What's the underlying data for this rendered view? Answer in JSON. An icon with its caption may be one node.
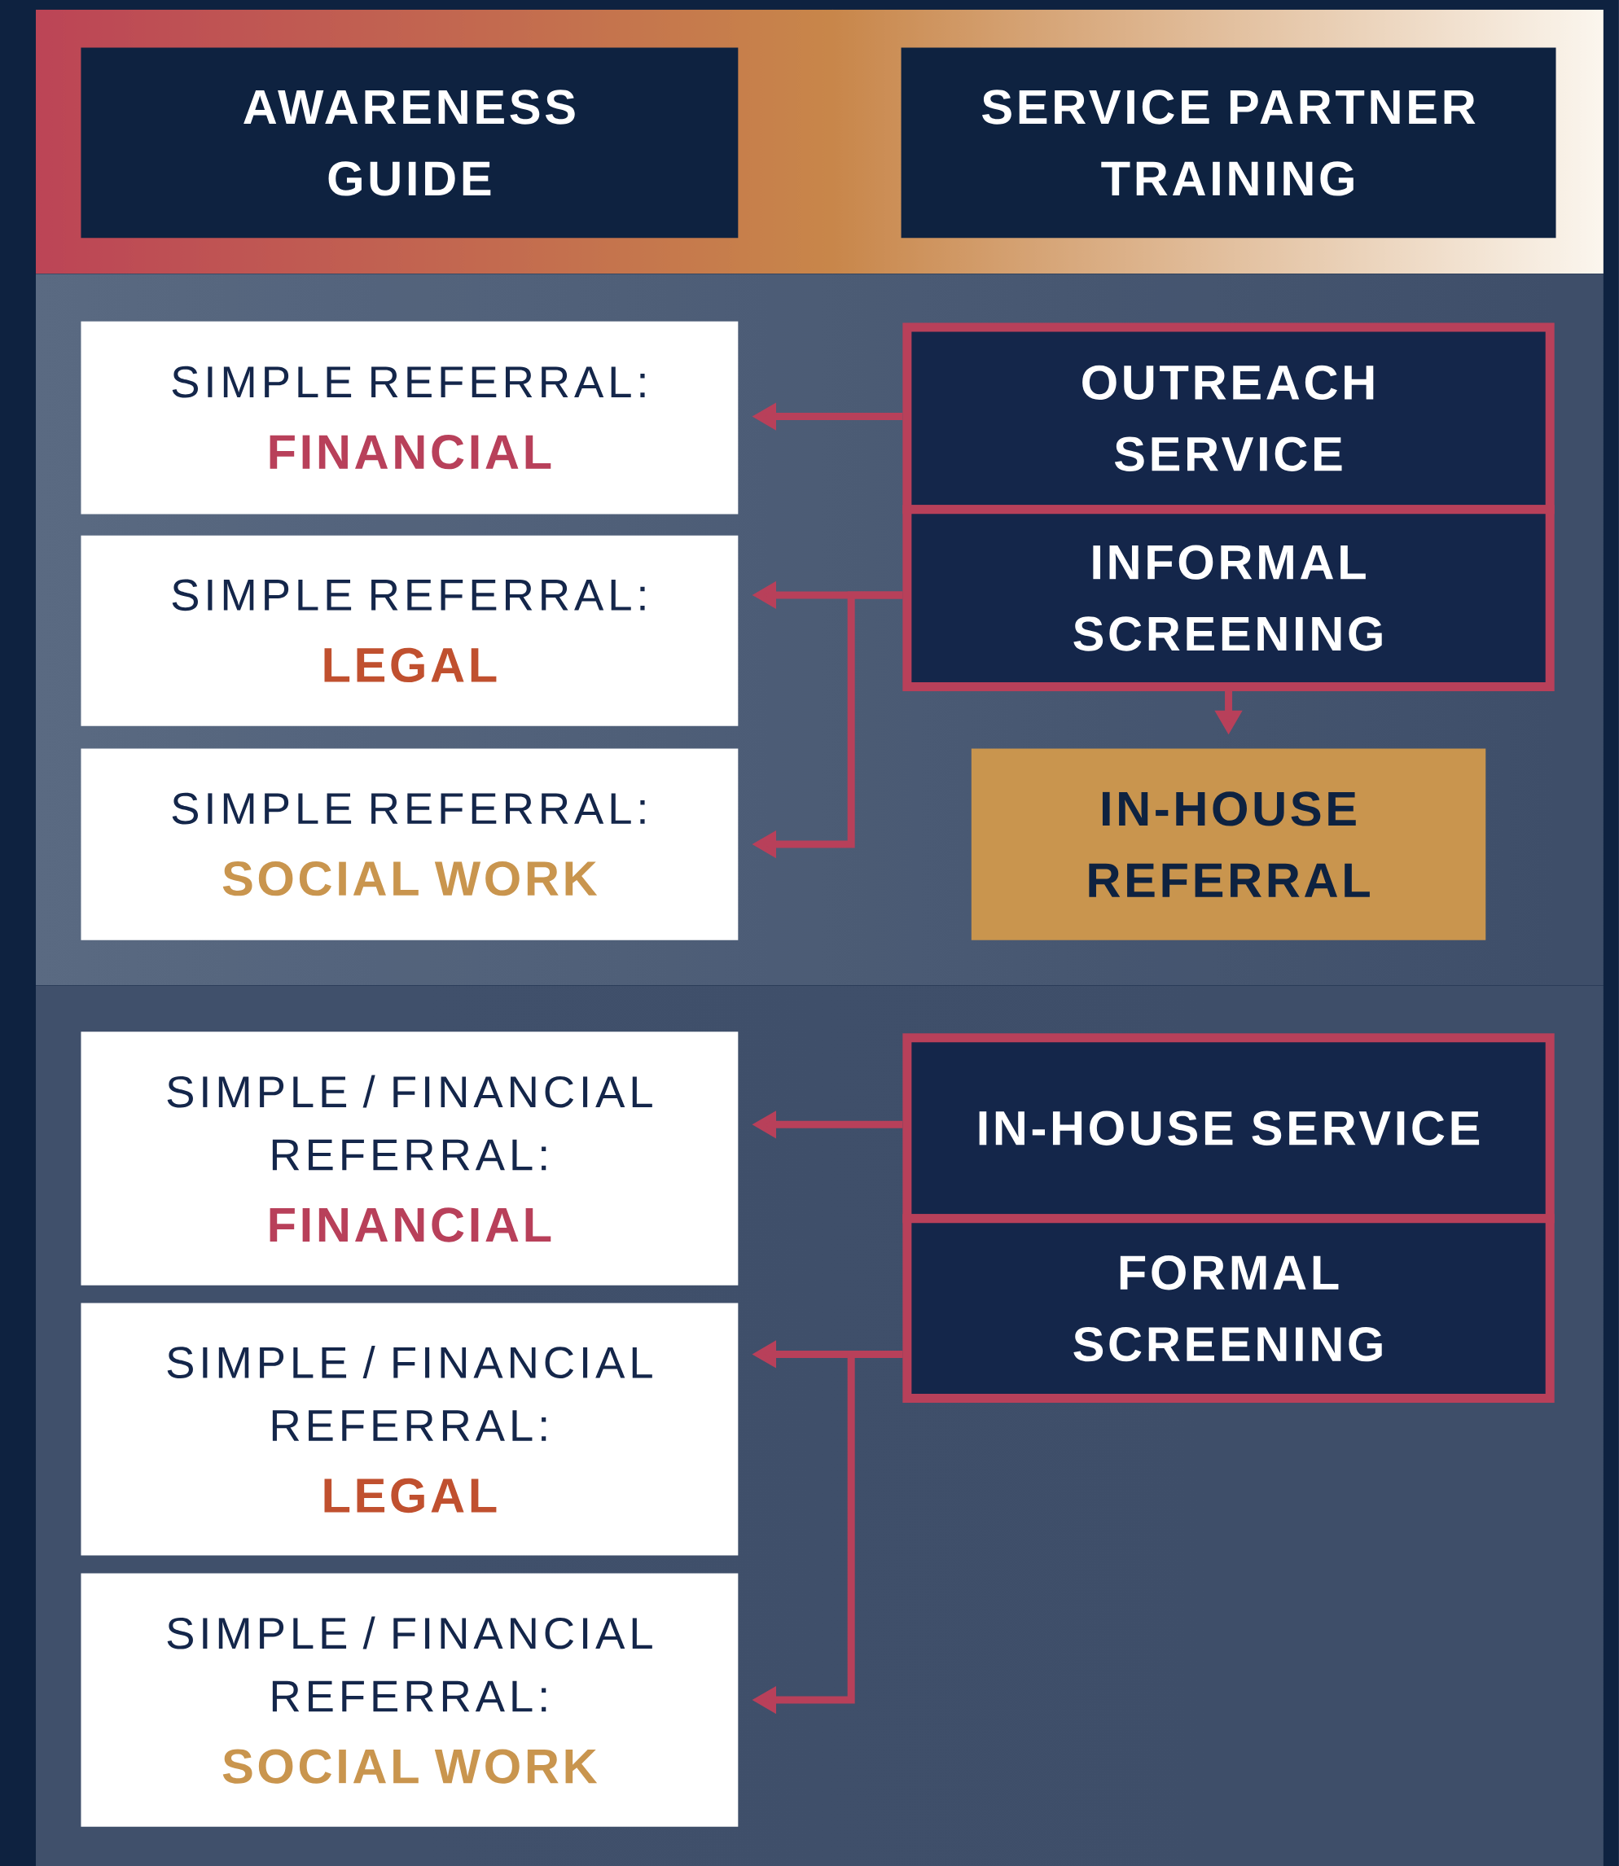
{
  "diagram": {
    "nodes": [
      {
        "text": [
          "AWARENESS GUIDE"
        ]
      },
      {
        "text": [
          "SERVICE PARTNER TRAINING"
        ]
      },
      {
        "text": [
          "SIMPLE REFERRAL:",
          "FINANCIAL"
        ]
      },
      {
        "text": [
          "SIMPLE REFERRAL:",
          "LEGAL"
        ]
      },
      {
        "text": [
          "SIMPLE REFERRAL:",
          "SOCIAL WORK"
        ]
      },
      {
        "text": [
          "OUTREACH SERVICE"
        ]
      },
      {
        "text": [
          "INFORMAL SCREENING"
        ]
      },
      {
        "text": [
          "IN-HOUSE REFERRAL"
        ]
      },
      {
        "text": [
          "SIMPLE / FINANCIAL REFERRAL:",
          "FINANCIAL"
        ]
      },
      {
        "text": [
          "SIMPLE / FINANCIAL REFERRAL:",
          "LEGAL"
        ]
      },
      {
        "text": [
          "SIMPLE / FINANCIAL REFERRAL:",
          "SOCIAL WORK"
        ]
      },
      {
        "text": [
          "IN-HOUSE SERVICE"
        ]
      },
      {
        "text": [
          "FORMAL SCREENING"
        ]
      }
    ],
    "edges": [
      {
        "from": 5,
        "to": 2,
        "arrow": "to"
      },
      {
        "from": 6,
        "to": 3,
        "arrow": "to"
      },
      {
        "from": 6,
        "to": 4,
        "arrow": "to"
      },
      {
        "from": 6,
        "to": 7,
        "arrow": "to"
      },
      {
        "from": 11,
        "to": 8,
        "arrow": "to"
      },
      {
        "from": 12,
        "to": 9,
        "arrow": "to"
      },
      {
        "from": 12,
        "to": 10,
        "arrow": "to"
      }
    ]
  }
}
